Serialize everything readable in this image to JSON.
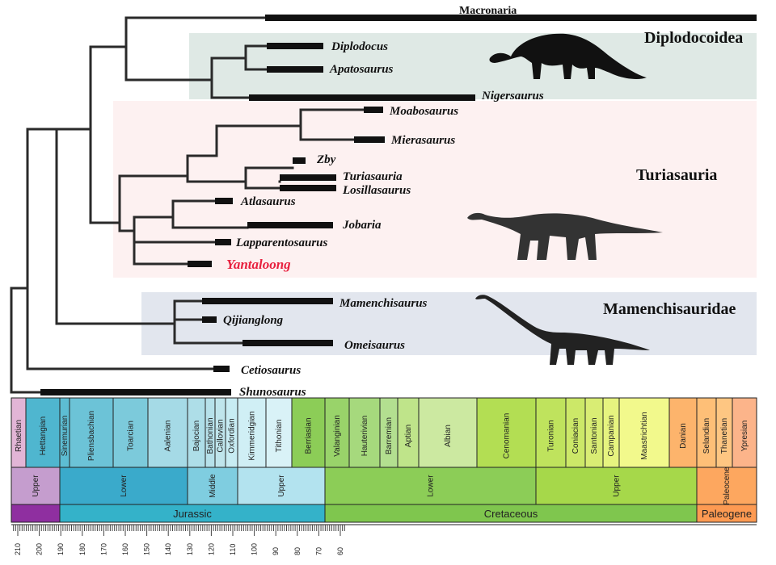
{
  "clades": [
    {
      "id": "diplodocoidea",
      "label": "Diplodocoidea",
      "bg": "#dfe9e5"
    },
    {
      "id": "turiasauria",
      "label": "Turiasauria",
      "bg": "#fdf1f1"
    },
    {
      "id": "mamenchisauridae",
      "label": "Mamenchisauridae",
      "bg": "#e2e6ee"
    }
  ],
  "taxa": {
    "macronaria": "Macronaria",
    "diplodocus": "Diplodocus",
    "apatosaurus": "Apatosaurus",
    "nigersaurus": "Nigersaurus",
    "moabosaurus": "Moabosaurus",
    "mierasaurus": "Mierasaurus",
    "zby": "Zby",
    "turiasauria_taxon": "Turiasauria",
    "losillasaurus": "Losillasaurus",
    "atlasaurus": "Atlasaurus",
    "jobaria": "Jobaria",
    "lapparentosaurus": "Lapparentosaurus",
    "yantaloong": "Yantaloong",
    "mamenchisaurus": "Mamenchisaurus",
    "qijianglong": "Qijianglong",
    "omeisaurus": "Omeisaurus",
    "cetiosaurus": "Cetiosaurus",
    "shunosaurus": "Shunosaurus"
  },
  "highlight_color": "#e8213f",
  "timescale": {
    "stages": [
      {
        "label": "Rhaetian",
        "color": "#e2b5d6"
      },
      {
        "label": "Hettangian",
        "color": "#4fb6cf"
      },
      {
        "label": "Sinemurian",
        "color": "#5dbdd3"
      },
      {
        "label": "Pliensbachian",
        "color": "#6cc3d7"
      },
      {
        "label": "Toarcian",
        "color": "#7ccadb"
      },
      {
        "label": "Aalenian",
        "color": "#a5dae6"
      },
      {
        "label": "Bajocian",
        "color": "#aedee8"
      },
      {
        "label": "Bathonian",
        "color": "#b6e1ea"
      },
      {
        "label": "Callovian",
        "color": "#bfe5ec"
      },
      {
        "label": "Oxfordian",
        "color": "#c7ecf3"
      },
      {
        "label": "Kimmeridgian",
        "color": "#d0eff5"
      },
      {
        "label": "Tithonian",
        "color": "#d9f2f7"
      },
      {
        "label": "Berriasian",
        "color": "#8ccd57"
      },
      {
        "label": "Valanginian",
        "color": "#99d36a"
      },
      {
        "label": "Hauterivian",
        "color": "#a6d97d"
      },
      {
        "label": "Barremian",
        "color": "#b3df90"
      },
      {
        "label": "Aptian",
        "color": "#bfe48a"
      },
      {
        "label": "Albian",
        "color": "#cce9a1"
      },
      {
        "label": "Cenomanian",
        "color": "#b3de53"
      },
      {
        "label": "Turonian",
        "color": "#bfe35d"
      },
      {
        "label": "Coniacian",
        "color": "#cce868"
      },
      {
        "label": "Santonian",
        "color": "#d9ed74"
      },
      {
        "label": "Campanian",
        "color": "#e6f47f"
      },
      {
        "label": "Maastrichtian",
        "color": "#f2f98c"
      },
      {
        "label": "Danian",
        "color": "#fdb46c"
      },
      {
        "label": "Selandian",
        "color": "#febf77"
      },
      {
        "label": "Thanetian",
        "color": "#fec682"
      },
      {
        "label": "Ypresian",
        "color": "#fcb48a"
      }
    ],
    "epochs": [
      {
        "label": "Upper",
        "color": "#c59dce"
      },
      {
        "label": "Lower",
        "color": "#3aaacb"
      },
      {
        "label": "Middle",
        "color": "#7fcde0"
      },
      {
        "label": "Upper",
        "color": "#b3e3ef"
      },
      {
        "label": "Lower",
        "color": "#8ccd57"
      },
      {
        "label": "Upper",
        "color": "#a6d84a"
      },
      {
        "label": "Paleocene",
        "color": "#fda75f"
      },
      {
        "label": "",
        "color": "#fcb070"
      }
    ],
    "periods": [
      {
        "label": "",
        "color": "#8f2fa0"
      },
      {
        "label": "Jurassic",
        "color": "#34b2c9"
      },
      {
        "label": "Cretaceous",
        "color": "#7fc64e"
      },
      {
        "label": "Paleogene",
        "color": "#fd9a52"
      }
    ],
    "ticks": [
      "210",
      "200",
      "190",
      "180",
      "170",
      "160",
      "150",
      "140",
      "130",
      "120",
      "110",
      "100",
      "90",
      "80",
      "70",
      "60"
    ]
  }
}
